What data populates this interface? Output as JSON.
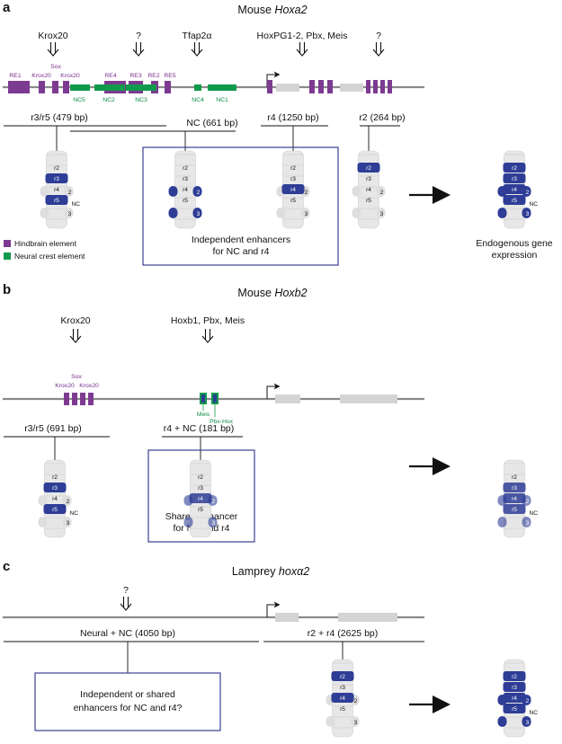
{
  "colors": {
    "hindbrain": "#7d3a91",
    "neural_crest": "#109a4c",
    "rhombomere": "#2e3d96",
    "chromosome": "#8a8a8a",
    "box": "#3d3f94"
  },
  "panel_a": {
    "letter": "a",
    "title_prefix": "Mouse ",
    "title_gene": "Hoxa2",
    "factors": [
      "Krox20",
      "?",
      "Tfap2α",
      "HoxPG1-2, Pbx, Meis",
      "?"
    ],
    "hindbrain_elements": [
      "RE1",
      "Krox20",
      "Sox",
      "Krox20",
      "RE4",
      "RE3",
      "RE2",
      "RE5"
    ],
    "nc_elements": [
      "NC5",
      "NC2",
      "NC3",
      "NC4",
      "NC1"
    ],
    "regions": [
      "r3/r5 (479 bp)",
      "NC (661 bp)",
      "r4 (1250 bp)",
      "r2 (264 bp)"
    ],
    "box_text": [
      "Independent enhancers",
      "for NC and r4"
    ],
    "result_text": [
      "Endogenous gene",
      "expression"
    ],
    "legend": [
      "Hindbrain element",
      "Neural crest element"
    ]
  },
  "panel_b": {
    "letter": "b",
    "title_prefix": "Mouse ",
    "title_gene": "Hoxb2",
    "factors": [
      "Krox20",
      "Hoxb1, Pbx, Meis"
    ],
    "hindbrain_elements": [
      "Sox",
      "Krox20",
      "Krox20"
    ],
    "nc_elements": [
      "Meis",
      "Pbx-Hox"
    ],
    "regions": [
      "r3/r5 (691 bp)",
      "r4 + NC (181 bp)"
    ],
    "box_text": [
      "Shared enhancer",
      "for NC and r4"
    ]
  },
  "panel_c": {
    "letter": "c",
    "title_prefix": "Lamprey ",
    "title_gene": "hoxα2",
    "factors": [
      "?"
    ],
    "regions": [
      "Neural + NC (4050 bp)",
      "r2 + r4 (2625 bp)"
    ],
    "box_text": [
      "Independent or shared",
      "enhancers for NC and r4?"
    ]
  },
  "rhombomeres": [
    "r2",
    "r3",
    "r4",
    "r5"
  ],
  "crest_streams": [
    "2",
    "3"
  ],
  "nc_label": "NC"
}
